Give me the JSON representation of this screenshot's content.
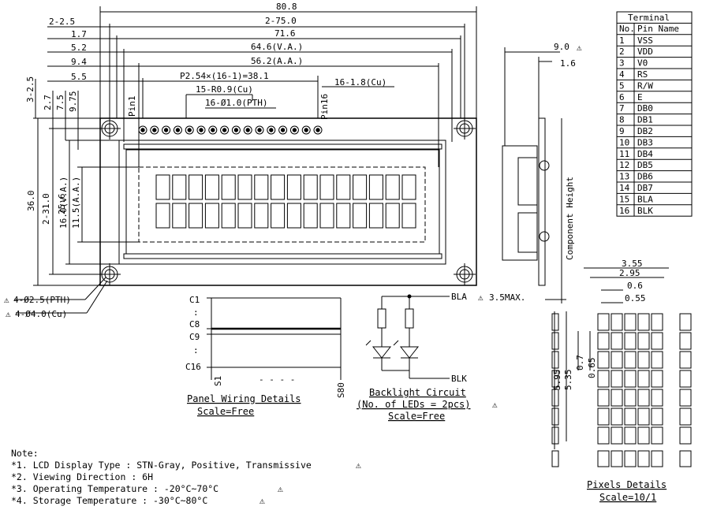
{
  "dimensions": {
    "top": {
      "overall": "80.8",
      "holes_pitch": "2-75.0",
      "holes_edge": "2-2.5",
      "pcb_inner": "71.6",
      "pcb_inner_edge": "1.7",
      "va": "64.6(V.A.)",
      "va_edge": "5.2",
      "aa": "56.2(A.A.)",
      "aa_edge": "9.4",
      "pin_pitch": "P2.54×(16-1)=38.1",
      "pin_pitch_edge": "5.5",
      "pad_r": "15-R0.9(Cu)",
      "pad_cu": "16-1.8(Cu)",
      "pin_hole": "16-Ø1.0(PTH)",
      "pin1": "Pin1",
      "pin16": "Pin16"
    },
    "left": {
      "overall": "36.0",
      "holes": "2-31.0",
      "va_h": "25.6",
      "va": "16.0(V.A.)",
      "aa": "11.5(A.A.)",
      "v1": "3-2.5",
      "v2": "2.7",
      "v3": "7.5",
      "v4": "9.75"
    },
    "side": {
      "thickness": "9.0",
      "pcb": "1.6",
      "component": "Component Height",
      "max": "3.5MAX."
    },
    "mount_holes": {
      "pth": "4-Ø2.5(PTH)",
      "cu": "4-Ø4.0(Cu)"
    }
  },
  "terminal": {
    "title": "Terminal",
    "headers": [
      "No.",
      "Pin Name"
    ],
    "rows": [
      [
        "1",
        "VSS"
      ],
      [
        "2",
        "VDD"
      ],
      [
        "3",
        "V0"
      ],
      [
        "4",
        "RS"
      ],
      [
        "5",
        "R/W"
      ],
      [
        "6",
        "E"
      ],
      [
        "7",
        "DB0"
      ],
      [
        "8",
        "DB1"
      ],
      [
        "9",
        "DB2"
      ],
      [
        "10",
        "DB3"
      ],
      [
        "11",
        "DB4"
      ],
      [
        "12",
        "DB5"
      ],
      [
        "13",
        "DB6"
      ],
      [
        "14",
        "DB7"
      ],
      [
        "15",
        "BLA"
      ],
      [
        "16",
        "BLK"
      ]
    ]
  },
  "panel_wiring": {
    "labels": [
      "C1",
      "C8",
      "C9",
      "C16"
    ],
    "s1": "S1",
    "s80": "S80",
    "title": "Panel Wiring Details",
    "scale": "Scale=Free"
  },
  "backlight": {
    "bla": "BLA",
    "blk": "BLK",
    "title": "Backlight Circuit",
    "subtitle": "(No. of LEDs = 2pcs)",
    "scale": "Scale=Free"
  },
  "pixels": {
    "w1": "3.55",
    "w2": "2.95",
    "w3": "0.6",
    "w4": "0.55",
    "h1": "5.95",
    "h2": "5.35",
    "h3": "0.7",
    "h4": "0.65",
    "title": "Pixels Details",
    "scale": "Scale=10/1"
  },
  "notes": {
    "heading": "Note:",
    "items": [
      "*1. LCD Display Type : STN-Gray, Positive, Transmissive",
      "*2. Viewing Direction : 6H",
      "*3. Operating Temperature : -20°C~70°C",
      "*4. Storage Temperature : -30°C~80°C"
    ]
  }
}
